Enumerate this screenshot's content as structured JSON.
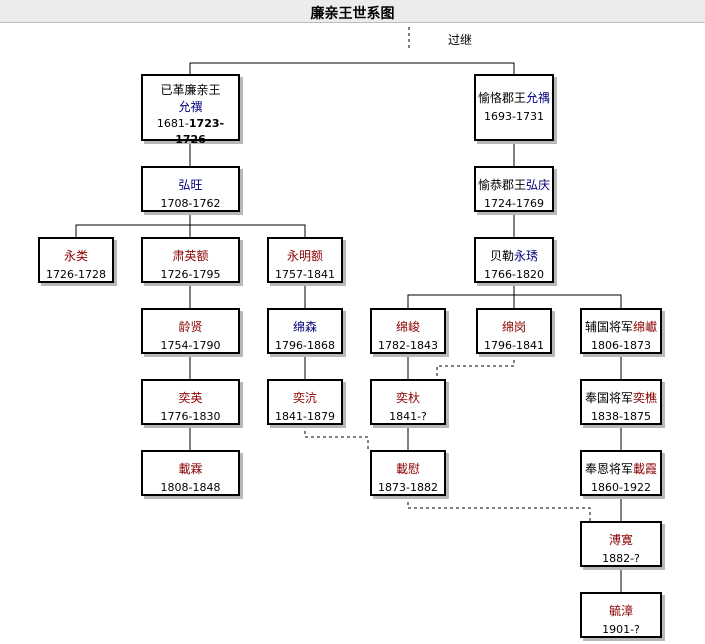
{
  "title": "廉亲王世系图",
  "adoption_note": "过继",
  "people": {
    "yunsi": {
      "name_pre": "已革廉亲王",
      "name": "允禩",
      "dates_pre": "1681-",
      "dates_bold": "1723-1726"
    },
    "yuntao": {
      "name_pre": "愉恪郡王",
      "name": "允禑",
      "dates": "1693-1731"
    },
    "hongwang": {
      "name": "弘旺",
      "dates": "1708-1762"
    },
    "hongqing": {
      "name_pre": "愉恭郡王",
      "name": "弘庆",
      "dates": "1724-1769"
    },
    "yonglei": {
      "name": "永类",
      "dates": "1726-1728"
    },
    "suyinge": {
      "name": "肃英额",
      "dates": "1726-1795"
    },
    "yongmingE": {
      "name": "永明额",
      "dates": "1757-1841"
    },
    "yongxiu": {
      "name_pre": "贝勒",
      "name": "永琇",
      "dates": "1766-1820"
    },
    "lingxian": {
      "name": "龄贤",
      "dates": "1754-1790"
    },
    "miansen": {
      "name": "绵森",
      "dates": "1796-1868"
    },
    "mianjun": {
      "name": "绵峻",
      "dates": "1782-1843"
    },
    "miangang": {
      "name": "绵岗",
      "dates": "1796-1841"
    },
    "mianxi": {
      "name_pre": "辅国将军",
      "name": "绵巘",
      "dates": "1806-1873"
    },
    "yiying": {
      "name": "奕英",
      "dates": "1776-1830"
    },
    "yihang": {
      "name": "奕沆",
      "dates": "1841-1879"
    },
    "yizhi": {
      "name": "奕杕",
      "dates": "1841-?"
    },
    "yiqiao": {
      "name_pre": "奉国将军",
      "name": "奕樵",
      "dates": "1838-1875"
    },
    "zailin": {
      "name": "載霖",
      "dates": "1808-1848"
    },
    "zaiyun": {
      "name": "載慰",
      "dates": "1873-1882"
    },
    "zaixia": {
      "name_pre": "奉恩将军",
      "name": "載霞",
      "dates": "1860-1922"
    },
    "pukuan": {
      "name": "溥寛",
      "dates": "1882-?"
    },
    "yuzhang": {
      "name": "毓漳",
      "dates": "1901-?"
    }
  }
}
